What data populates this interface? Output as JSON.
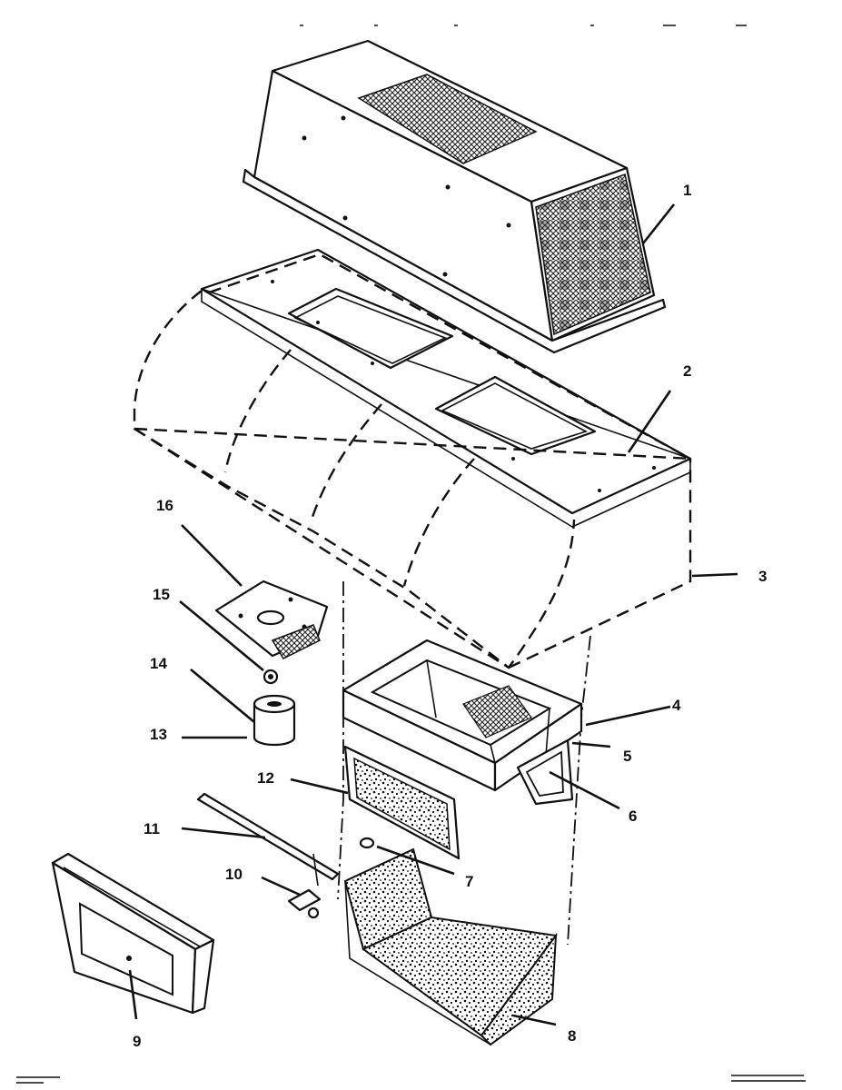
{
  "callouts": [
    "1",
    "2",
    "3",
    "4",
    "5",
    "6",
    "7",
    "8",
    "9",
    "10",
    "11",
    "12",
    "13",
    "14",
    "15",
    "16"
  ],
  "footer": {
    "left_line1": "",
    "left_line2": "",
    "right_line1": "",
    "right_line2": ""
  },
  "colors": {
    "ink": "#111111",
    "paper": "#ffffff"
  }
}
